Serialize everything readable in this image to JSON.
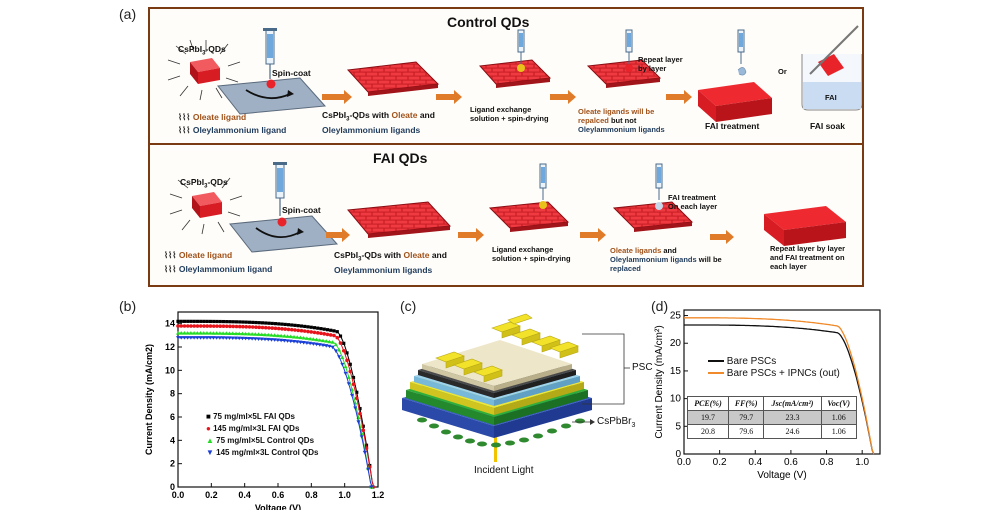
{
  "panel_labels": {
    "a": "(a)",
    "b": "(b)",
    "c": "(c)",
    "d": "(d)"
  },
  "panel_a": {
    "control": {
      "title": "Control QDs",
      "qd_label_1": "CsPbI",
      "qd_label_sub": "3",
      "qd_label_2": "-QDs",
      "spin_coat": "Spin-coat",
      "legend_oleate": "Oleate ligand",
      "legend_oleylammonium": "Oleylammonium ligand",
      "step1_a": "CsPbI",
      "step1_sub": "3",
      "step1_b": "-QDs with ",
      "step1_c": "Oleate",
      "step1_d": " and",
      "step1_e": "Oleylammonium ligands",
      "step2": "Ligand exchange\nsolution + spin-drying",
      "repeat": "Repeat layer\nby layer",
      "step3_a": "Oleate ligands will be",
      "step3_b": "repalced",
      "step3_c": " but not",
      "step3_d": "Oleylammonium ligands",
      "step4": "FAI treatment",
      "or": "Or",
      "fai_soak_beaker": "FAI",
      "fai_soak": "FAI soak"
    },
    "fai": {
      "title": "FAI QDs",
      "qd_label_1": "CsPbI",
      "qd_label_sub": "3",
      "qd_label_2": "-QDs",
      "spin_coat": "Spin-coat",
      "legend_oleate": "Oleate ligand",
      "legend_oleylammonium": "Oleylammonium ligand",
      "step1_a": "CsPbI",
      "step1_sub": "3",
      "step1_b": "-QDs with ",
      "step1_c": "Oleate",
      "step1_d": " and",
      "step1_e": "Oleylammonium ligands",
      "step2": "Ligand exchange\nsolution + spin-drying",
      "fai_each": "FAI treatment\nOn each layer",
      "step3_a": "Oleate ligands",
      "step3_b": " and",
      "step3_c": "Oleylammonium ligands",
      "step3_d": " will be",
      "step3_e": "replaced",
      "step4": "Repeat layer by layer\nand FAI treatment on\neach layer"
    }
  },
  "panel_c": {
    "psc": "PSC",
    "cspbbr": "CsPbBr",
    "cspbbr_sub": "3",
    "incident": "Incident Light"
  },
  "panel_d_table": {
    "headers": [
      "PCE(%)",
      "FF(%)",
      "Jsc(mA/cm²)",
      "Voc(V)"
    ],
    "rows": [
      [
        "19.7",
        "79.7",
        "23.3",
        "1.06"
      ],
      [
        "20.8",
        "79.6",
        "24.6",
        "1.06"
      ]
    ]
  },
  "colors": {
    "frame": "#7a3a12",
    "arrow": "#e07b2a",
    "red_film": "#e8232a",
    "gold": "#e8d21a"
  },
  "chart_data": [
    {
      "type": "line",
      "panel": "b",
      "xlabel": "Voltage (V)",
      "ylabel": "Current Density (mA/cm2)",
      "xlim": [
        0.0,
        1.2
      ],
      "ylim": [
        0,
        15
      ],
      "xticks": [
        "0.0",
        "0.2",
        "0.4",
        "0.6",
        "0.8",
        "1.0",
        "1.2"
      ],
      "yticks": [
        "0",
        "2",
        "4",
        "6",
        "8",
        "10",
        "12",
        "14"
      ],
      "legend_position": "center-left",
      "series": [
        {
          "name": "75 mg/ml×5L FAI QDs",
          "color": "#000000",
          "marker": "square",
          "jsc": 14.2,
          "voc": 1.17,
          "knee": 0.95
        },
        {
          "name": "145 mg/ml×3L FAI QDs",
          "color": "#e8141c",
          "marker": "circle",
          "jsc": 13.8,
          "voc": 1.17,
          "knee": 0.94
        },
        {
          "name": "75 mg/ml×5L Control QDs",
          "color": "#22dd22",
          "marker": "triangle-up",
          "jsc": 13.2,
          "voc": 1.16,
          "knee": 0.93
        },
        {
          "name": "145 mg/ml×3L Control QDs",
          "color": "#1a3fd6",
          "marker": "triangle-down",
          "jsc": 12.8,
          "voc": 1.16,
          "knee": 0.92
        }
      ]
    },
    {
      "type": "line",
      "panel": "d",
      "xlabel": "Voltage (V)",
      "ylabel": "Current Density (mA/cm²)",
      "xlim": [
        0.0,
        1.1
      ],
      "ylim": [
        0,
        26
      ],
      "xticks": [
        "0.0",
        "0.2",
        "0.4",
        "0.6",
        "0.8",
        "1.0"
      ],
      "yticks": [
        "0",
        "5",
        "10",
        "15",
        "20",
        "25"
      ],
      "legend_position": "top-center",
      "series": [
        {
          "name": "Bare PSCs",
          "color": "#111111",
          "jsc": 23.3,
          "voc": 1.06,
          "knee": 0.86
        },
        {
          "name": "Bare PSCs + IPNCs (out)",
          "color": "#f08a2a",
          "jsc": 24.6,
          "voc": 1.06,
          "knee": 0.86
        }
      ]
    }
  ]
}
